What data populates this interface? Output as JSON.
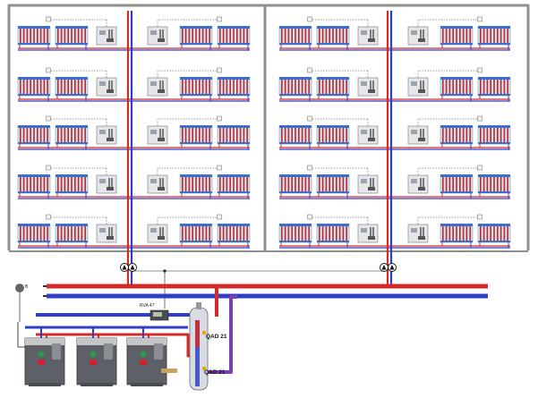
{
  "diagram": {
    "colors": {
      "supply": "#d42a2a",
      "return": "#2f3fc4",
      "loop_return": "#7a3fb0",
      "building_wall": "#8f8f8f",
      "radiator_top": "#3a6fd0",
      "radiator_body": "#cfe2ef",
      "radiator_fins": "#c0282a",
      "control_wire": "#333333",
      "boiler_body": "#5d6167",
      "boiler_top": "#c4c6c8",
      "hydraulic_separator": "#d8dde4"
    },
    "icons": {
      "room_controller": "thermostat-panel-icon",
      "circulation_pump": "pump-icon",
      "outdoor_sensor": "outdoor-temperature-sensor-icon",
      "boiler": "boiler-icon"
    },
    "labels": {
      "controller": "RVA 47",
      "sensor_upper": "QAD 21",
      "sensor_lower": "QAD 21",
      "outdoor_sensor": "B"
    },
    "building": {
      "wings": 2,
      "floors_per_wing": 5,
      "apartments_per_floor_per_wing": 2
    },
    "plant": {
      "boilers": 3
    }
  }
}
